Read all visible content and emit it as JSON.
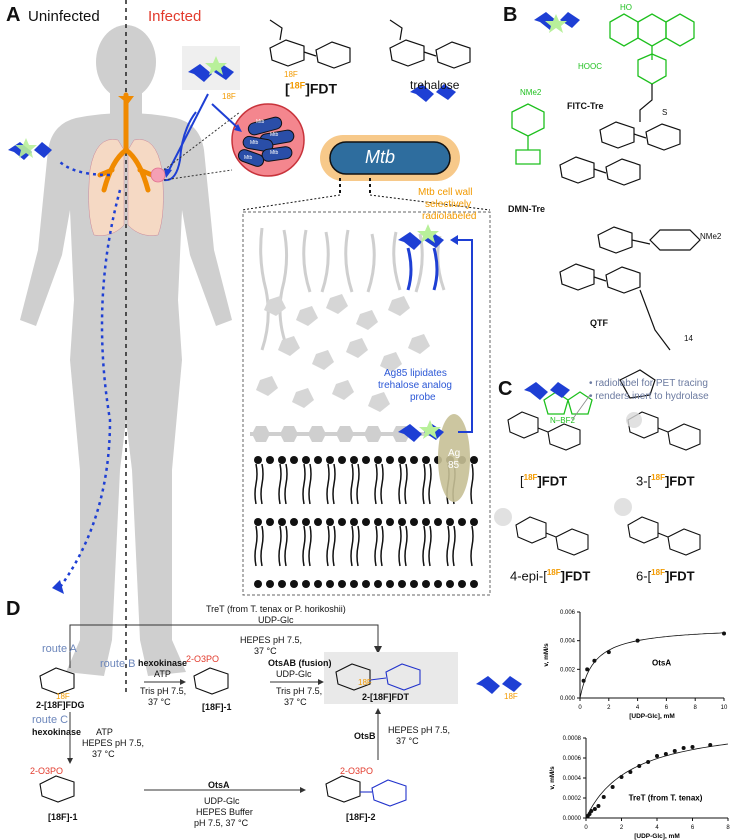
{
  "panelA": {
    "letter": "A",
    "uninfected": "Uninfected",
    "infected": "Infected",
    "fdt_prefix": "[",
    "fdt_iso": "18F",
    "fdt_suffix": "]FDT",
    "trehalose": "trehalose",
    "f_label": "18F",
    "mtb_small": [
      "Mtb",
      "Mtb",
      "Mtb",
      "Mtb",
      "Mtb"
    ],
    "mtb_title": "Mtb",
    "cell_wall": [
      "Mtb cell wall",
      "selectively",
      "radiolabeled"
    ],
    "ag85_text": [
      "Ag85 lipidates",
      "trehalose analog",
      "probe"
    ],
    "ag85_protein": [
      "Ag",
      "85"
    ]
  },
  "panelB": {
    "letter": "B",
    "fitc": "FITC-Tre",
    "dmn": "DMN-Tre",
    "qtf": "QTF",
    "nme2": "NMe2",
    "cooh": "HOOC",
    "s": "S",
    "ho": "HO",
    "bf2": "N–BF2",
    "n14": "14"
  },
  "panelC": {
    "letter": "C",
    "bullets": [
      "• radiolabel for PET tracing",
      "• renders inert to hydrolase"
    ],
    "labels": [
      {
        "pre": "[",
        "iso": "18F",
        "post": "]FDT"
      },
      {
        "pre": "3-[",
        "iso": "18F",
        "post": "]FDT"
      },
      {
        "pre": "4-epi-[",
        "iso": "18F",
        "post": "]FDT"
      },
      {
        "pre": "6-[",
        "iso": "18F",
        "post": "]FDT"
      }
    ]
  },
  "panelD": {
    "letter": "D",
    "tret_line": "TreT (from T. tenax or P. horikoshii)",
    "udp_glc": "UDP-Glc",
    "hepes_top": [
      "HEPES pH 7.5,",
      "37 °C"
    ],
    "routeA": "route A",
    "routeB": "route B",
    "routeC": "route C",
    "fdg": "2-[18F]FDG",
    "hexokinase": "hexokinase",
    "atp": "ATP",
    "tris": [
      "Tris pH 7.5,",
      "37 °C"
    ],
    "f1": "[18F]-1",
    "otsab": "OtsAB (fusion)",
    "fdt2": "2-[18F]FDT",
    "otsb": "OtsB",
    "hepes_otsb": [
      "HEPES pH 7.5,",
      "37 °C"
    ],
    "hepes_c": [
      "HEPES pH 7.5,",
      "37 °C"
    ],
    "otsa": "OtsA",
    "hepes_buffer": [
      "HEPES Buffer",
      "pH 7.5, 37 °C"
    ],
    "f2": "[18F]-2",
    "po3": "2-O3PO",
    "f": "18F"
  },
  "chart_data": [
    {
      "type": "scatter",
      "series_label": "OtsA",
      "ylabel": "v, mM/s",
      "xlabel": "[UDP-Glc], mM",
      "xlim": [
        0,
        10
      ],
      "ylim": [
        0,
        0.006
      ],
      "xticks": [
        "0",
        "2",
        "4",
        "6",
        "8",
        "10"
      ],
      "yticks": [
        "0.000",
        "0.002",
        "0.004",
        "0.006"
      ],
      "x": [
        0.25,
        0.5,
        1,
        2,
        4,
        10
      ],
      "y": [
        0.0012,
        0.002,
        0.0026,
        0.0032,
        0.004,
        0.0045
      ]
    },
    {
      "type": "scatter",
      "series_label": "TreT (from T. tenax)",
      "ylabel": "v, mM/s",
      "xlabel": "[UDP-Glc], mM",
      "xlim": [
        0,
        8
      ],
      "ylim": [
        0,
        0.0008
      ],
      "xticks": [
        "0",
        "2",
        "4",
        "6",
        "8"
      ],
      "yticks": [
        "0.0000",
        "0.0002",
        "0.0004",
        "0.0006",
        "0.0008"
      ],
      "x": [
        0.1,
        0.2,
        0.3,
        0.5,
        0.7,
        1,
        1.5,
        2,
        2.5,
        3,
        3.5,
        4,
        4.5,
        5,
        5.5,
        6,
        7
      ],
      "y": [
        2e-05,
        4e-05,
        7e-05,
        9e-05,
        0.00012,
        0.00021,
        0.00031,
        0.00041,
        0.00046,
        0.00052,
        0.00056,
        0.00062,
        0.00064,
        0.00067,
        0.0007,
        0.00071,
        0.00073
      ]
    }
  ]
}
